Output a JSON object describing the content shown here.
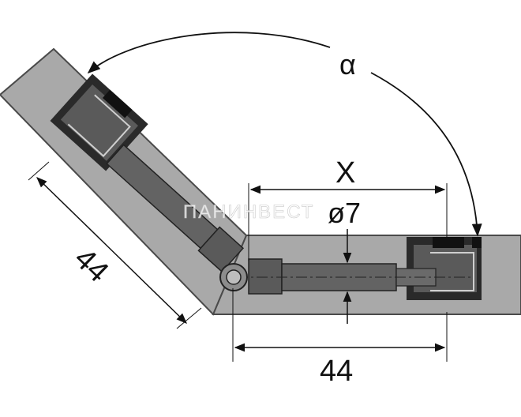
{
  "labels": {
    "angle": "α",
    "x_dim": "X",
    "diameter": "ø7",
    "length_left": "44",
    "length_bottom": "44"
  },
  "watermark": "ПАНИНВЕСТ",
  "colors": {
    "panel": "#a9a9a9",
    "panel_edge": "#4a4a4a",
    "hinge_dark": "#3c3c3c",
    "hinge_black": "#111111",
    "line": "#111111",
    "background": "#ffffff"
  }
}
